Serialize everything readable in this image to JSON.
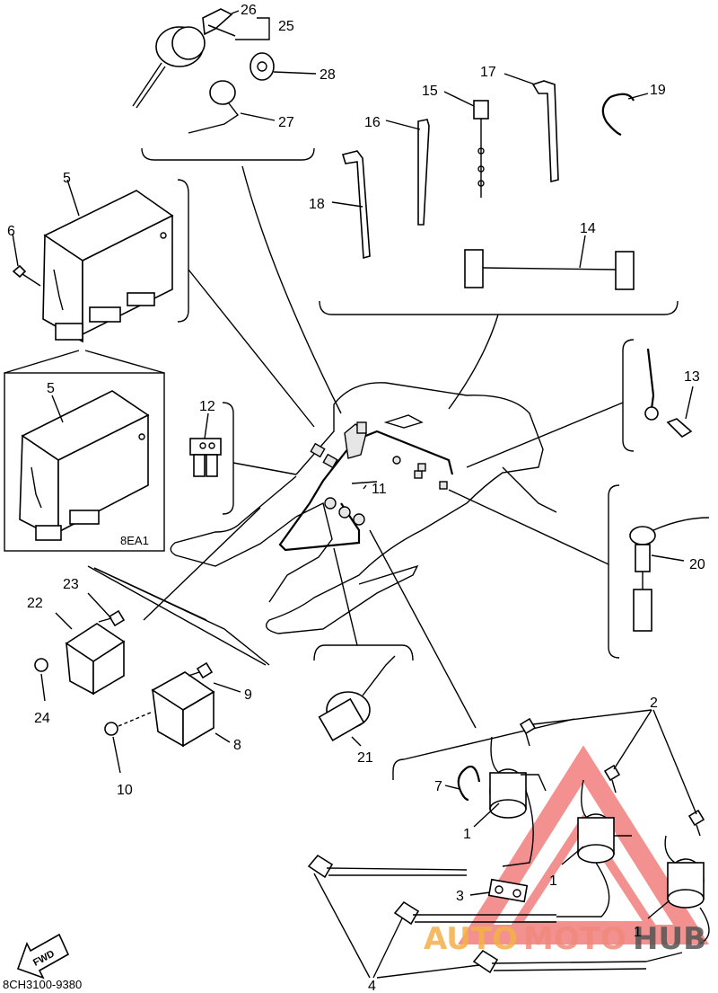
{
  "diagram": {
    "part_numbers": [
      "1",
      "2",
      "3",
      "4",
      "5",
      "6",
      "7",
      "8",
      "9",
      "10",
      "11",
      "12",
      "13",
      "14",
      "15",
      "16",
      "17",
      "18",
      "19",
      "20",
      "21",
      "22",
      "23",
      "24",
      "25",
      "26",
      "27",
      "28"
    ],
    "inset_code": "8EA1",
    "drawing_code": "8CH3100-9380",
    "fwd_label": "FWD",
    "watermark": {
      "part1": "AUTO",
      "part2": "MOTO",
      "part3": "HUB",
      "colors": {
        "part1": "#f3b04a",
        "part2": "#f08a7c",
        "part3": "#555555",
        "triangle": "#f06b6b"
      }
    }
  }
}
